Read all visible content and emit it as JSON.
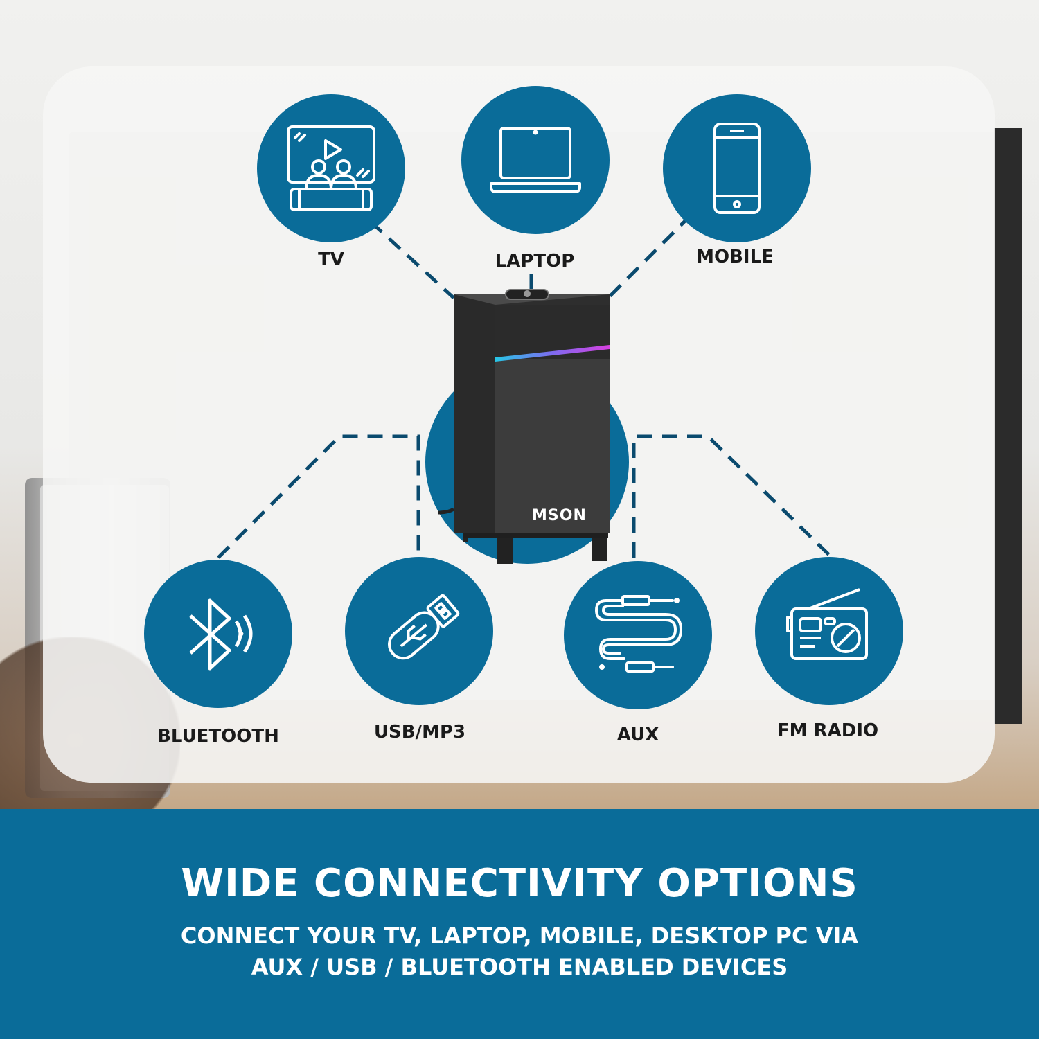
{
  "connections_top": [
    {
      "label": "TV",
      "icon": "tv-icon"
    },
    {
      "label": "LAPTOP",
      "icon": "laptop-icon"
    },
    {
      "label": "MOBILE",
      "icon": "mobile-icon"
    }
  ],
  "connections_bottom": [
    {
      "label": "BLUETOOTH",
      "icon": "bluetooth-icon"
    },
    {
      "label": "USB/MP3",
      "icon": "usb-drive-icon"
    },
    {
      "label": "AUX",
      "icon": "aux-cable-icon"
    },
    {
      "label": "FM RADIO",
      "icon": "radio-icon"
    }
  ],
  "product": {
    "brand": "MSON"
  },
  "banner": {
    "headline": "WIDE CONNECTIVITY OPTIONS",
    "subline_1": "CONNECT YOUR TV, LAPTOP, MOBILE, DESKTOP PC VIA",
    "subline_2": "AUX / USB / BLUETOOTH ENABLED DEVICES"
  },
  "colors": {
    "accent": "#0a6c99",
    "text_dark": "#1a1a1a",
    "text_light": "#ffffff"
  }
}
